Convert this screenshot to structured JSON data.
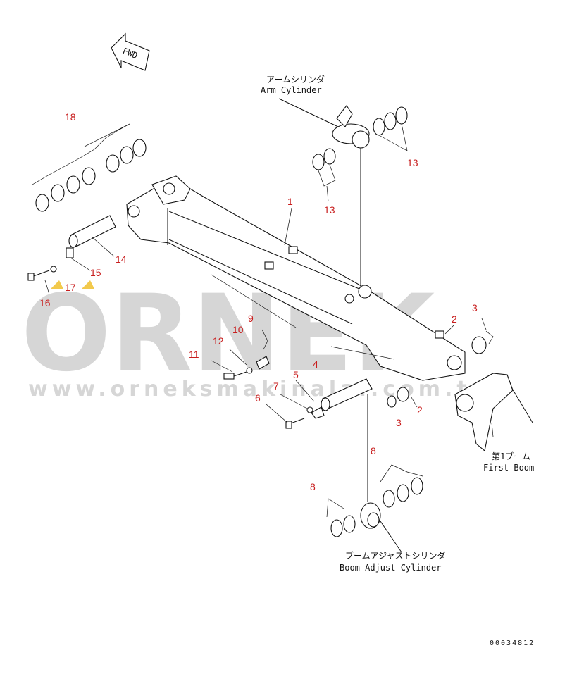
{
  "labels": {
    "fwd": "FWD",
    "arm_cylinder_jp": "アームシリンダ",
    "arm_cylinder_en": "Arm Cylinder",
    "first_boom_jp": "第1ブーム",
    "first_boom_en": "First Boom",
    "boom_adjust_jp": "ブームアジャストシリンダ",
    "boom_adjust_en": "Boom Adjust Cylinder",
    "drawing_code": "00034812"
  },
  "watermark": {
    "brand": "ORNEK",
    "url": "www.orneksmakinalar.com.tr"
  },
  "part_numbers": {
    "p1": "1",
    "p2a": "2",
    "p2b": "2",
    "p3a": "3",
    "p3b": "3",
    "p4": "4",
    "p5": "5",
    "p6": "6",
    "p7": "7",
    "p8a": "8",
    "p8b": "8",
    "p9": "9",
    "p10": "10",
    "p11": "11",
    "p12": "12",
    "p13a": "13",
    "p13b": "13",
    "p14": "14",
    "p15": "15",
    "p16": "16",
    "p17": "17",
    "p18": "18"
  },
  "colors": {
    "part_number": "#c81e1e",
    "watermark": "#d6d6d6",
    "accent_marker": "#f2c94c"
  }
}
